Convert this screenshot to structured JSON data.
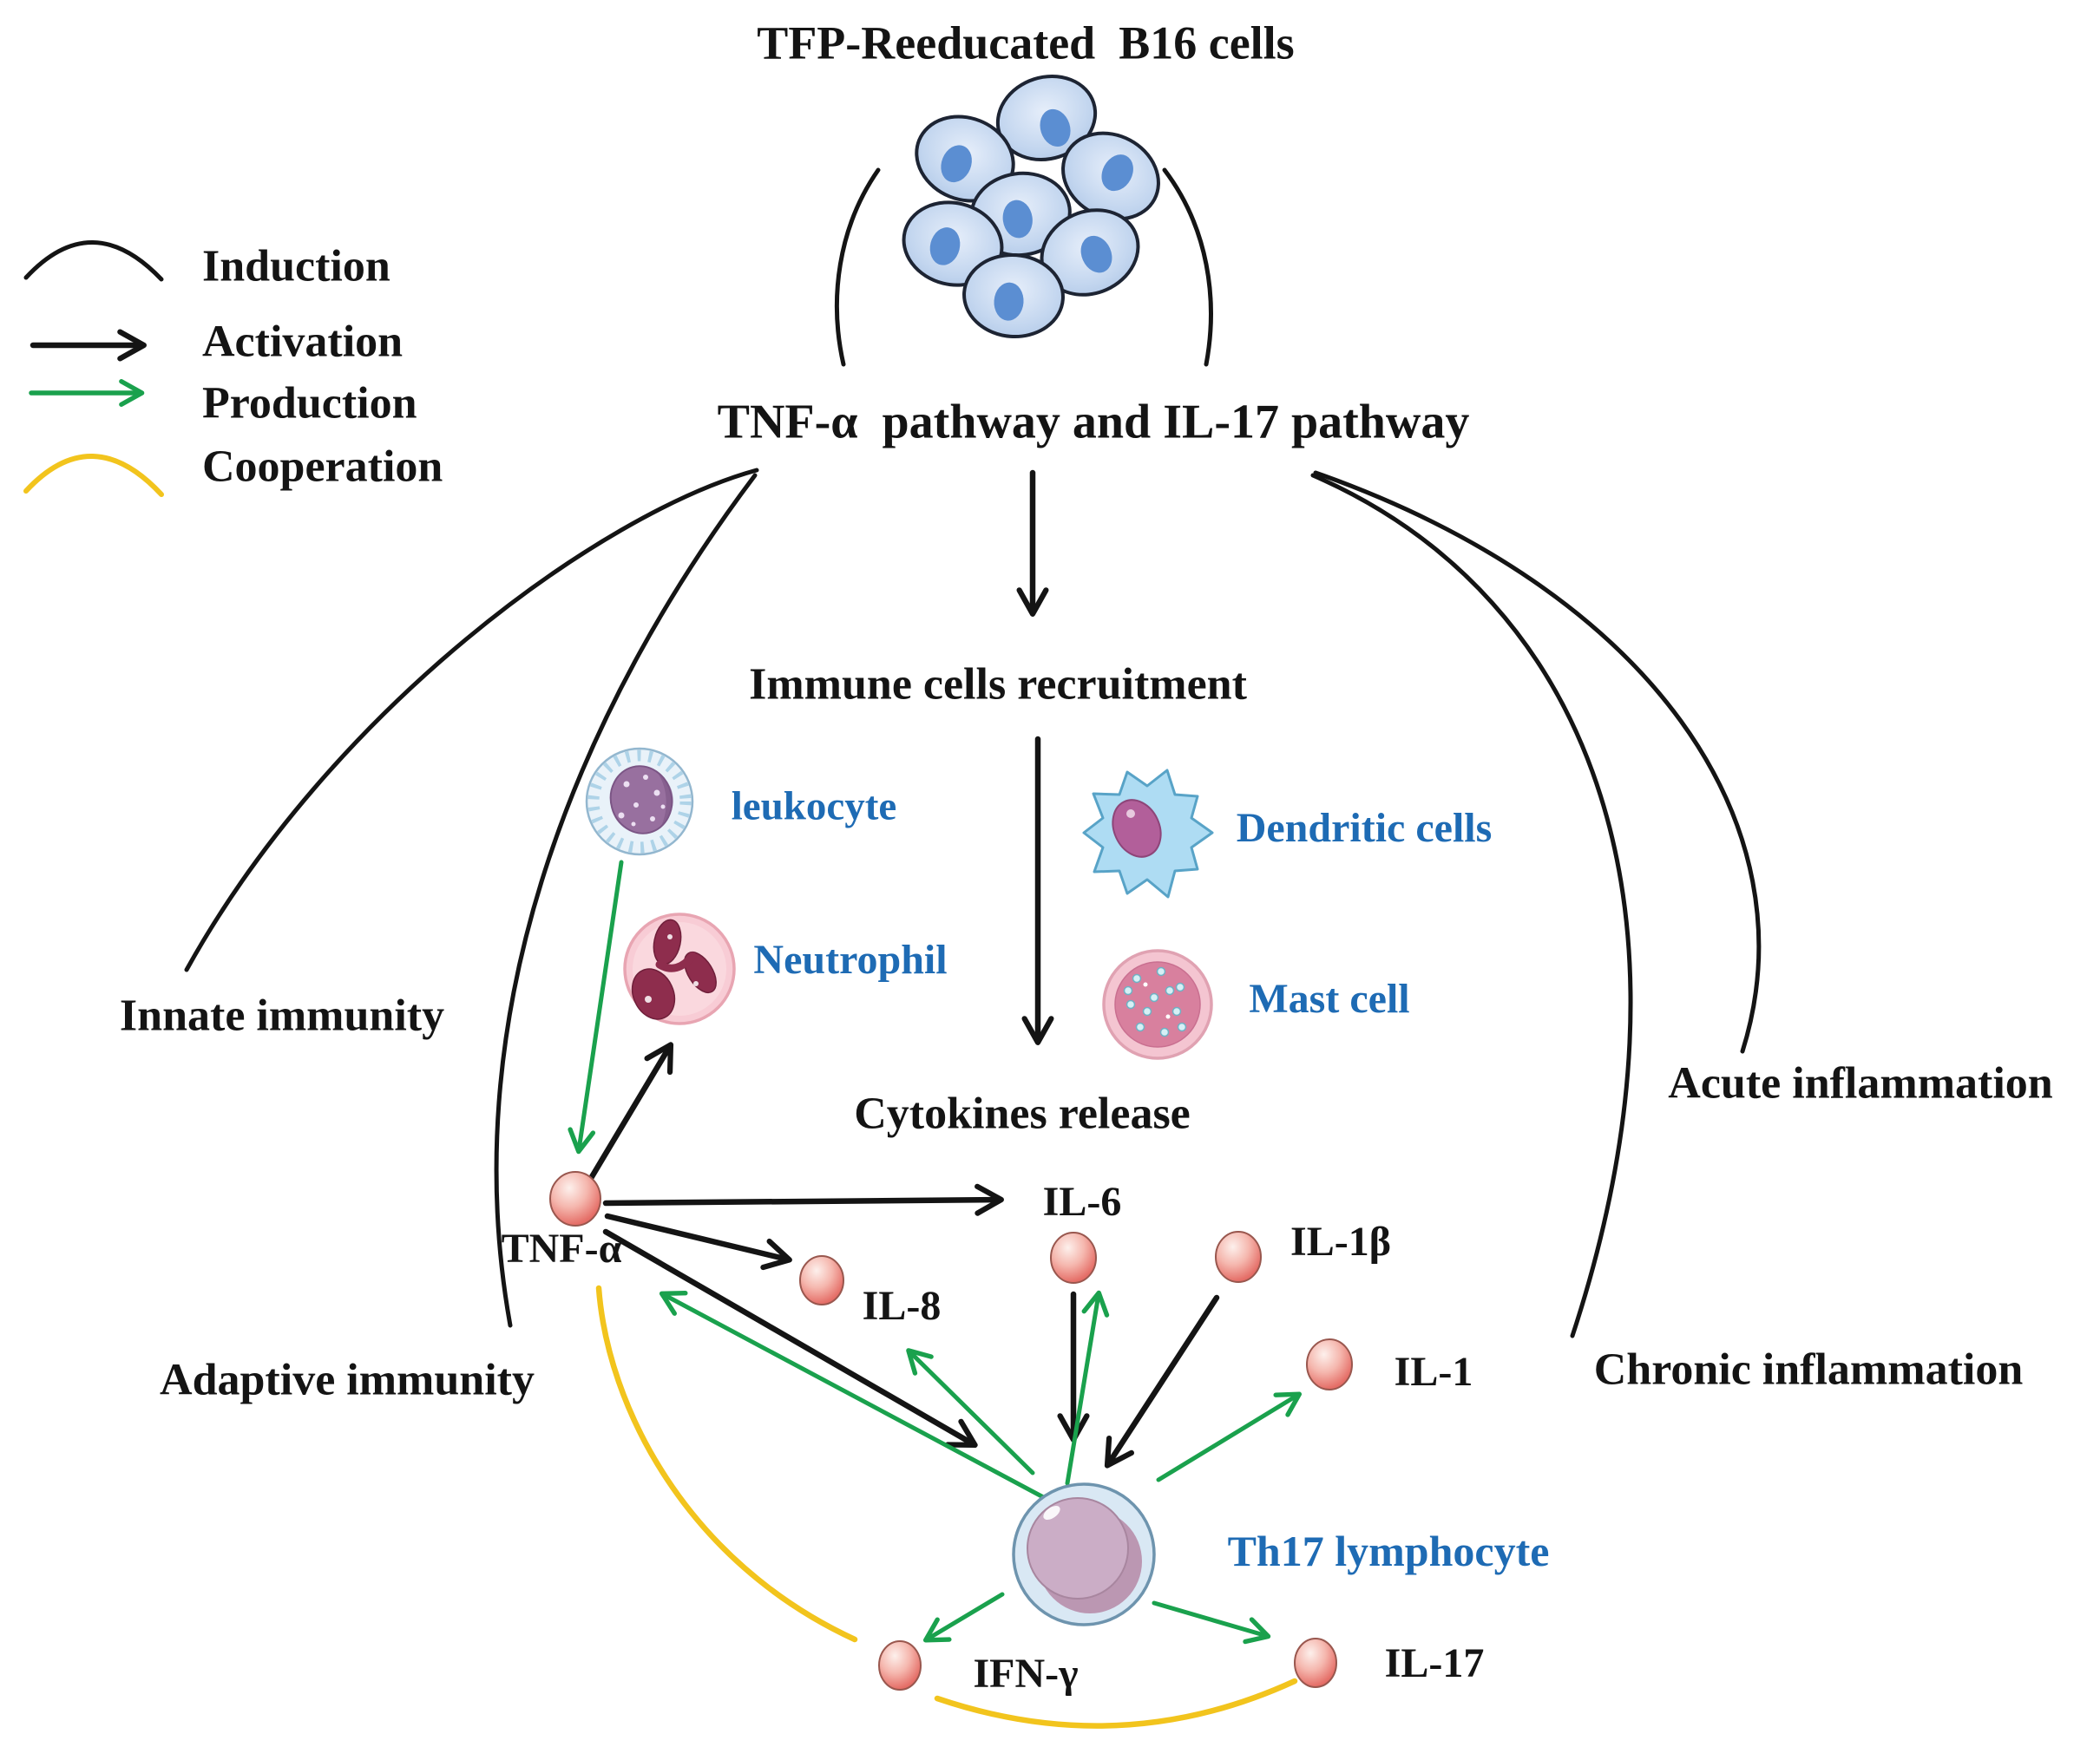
{
  "title": "TFP-Reeducated  B16 cells",
  "pathway_label": "TNF-α  pathway and IL-17 pathway",
  "legend": {
    "induction": "Induction",
    "activation": "Activation",
    "production": "Production",
    "cooperation": "Cooperation"
  },
  "steps": {
    "recruitment": "Immune cells recruitment",
    "release": "Cytokines release"
  },
  "cells": {
    "leukocyte": "leukocyte",
    "dendritic": "Dendritic cells",
    "neutrophil": "Neutrophil",
    "mast": "Mast cell",
    "th17": "Th17 lymphocyte"
  },
  "cytokines": {
    "tnf_alpha": "TNF-α",
    "il6": "IL-6",
    "il8": "IL-8",
    "il1_beta": "IL-1β",
    "il1": "IL-1",
    "ifn_gamma": "IFN-γ",
    "il17": "IL-17"
  },
  "regions": {
    "innate": "Innate immunity",
    "adaptive": "Adaptive immunity",
    "acute": "Acute inflammation",
    "chronic": "Chronic inflammation"
  },
  "b16_cell_count": 7,
  "colors": {
    "black": "#141414",
    "green": "#1aa14d",
    "yellow": "#f2c41d",
    "blue_label": "#1e6bb4",
    "sphere_pink": "#ee8d85",
    "b16_cell_fill": "#c3d6ef",
    "b16_nucleus": "#5b8ed2",
    "th17_ring": "#d9e8f4",
    "th17_body": "#c9aac3"
  },
  "edges": [
    {
      "from": "TFP-Reeducated B16 cells",
      "to": "TNF-α pathway and IL-17 pathway",
      "type": "induction"
    },
    {
      "from": "TNF-α pathway and IL-17 pathway",
      "to": "Immune cells recruitment",
      "type": "activation"
    },
    {
      "from": "Immune cells recruitment",
      "to": "Cytokines release",
      "type": "activation"
    },
    {
      "from": "TNF-α pathway and IL-17 pathway",
      "to": "Innate immunity",
      "type": "induction"
    },
    {
      "from": "TNF-α pathway and IL-17 pathway",
      "to": "Adaptive immunity",
      "type": "induction"
    },
    {
      "from": "TNF-α pathway and IL-17 pathway",
      "to": "Acute inflammation",
      "type": "induction"
    },
    {
      "from": "TNF-α pathway and IL-17 pathway",
      "to": "Chronic inflammation",
      "type": "induction"
    },
    {
      "from": "leukocyte",
      "to": "TNF-α",
      "type": "production"
    },
    {
      "from": "TNF-α",
      "to": "Neutrophil",
      "type": "activation"
    },
    {
      "from": "TNF-α",
      "to": "IL-6",
      "type": "activation"
    },
    {
      "from": "TNF-α",
      "to": "IL-8",
      "type": "activation"
    },
    {
      "from": "TNF-α",
      "to": "Th17 lymphocyte",
      "type": "activation"
    },
    {
      "from": "IL-6",
      "to": "Th17 lymphocyte",
      "type": "activation"
    },
    {
      "from": "IL-1β",
      "to": "Th17 lymphocyte",
      "type": "activation"
    },
    {
      "from": "Th17 lymphocyte",
      "to": "TNF-α",
      "type": "production"
    },
    {
      "from": "Th17 lymphocyte",
      "to": "IL-8",
      "type": "production"
    },
    {
      "from": "Th17 lymphocyte",
      "to": "IL-6",
      "type": "production"
    },
    {
      "from": "Th17 lymphocyte",
      "to": "IL-1",
      "type": "production"
    },
    {
      "from": "Th17 lymphocyte",
      "to": "IFN-γ",
      "type": "production"
    },
    {
      "from": "Th17 lymphocyte",
      "to": "IL-17",
      "type": "production"
    },
    {
      "from": "TNF-α",
      "to": "IFN-γ",
      "type": "cooperation"
    },
    {
      "from": "IFN-γ",
      "to": "IL-17",
      "type": "cooperation"
    }
  ]
}
